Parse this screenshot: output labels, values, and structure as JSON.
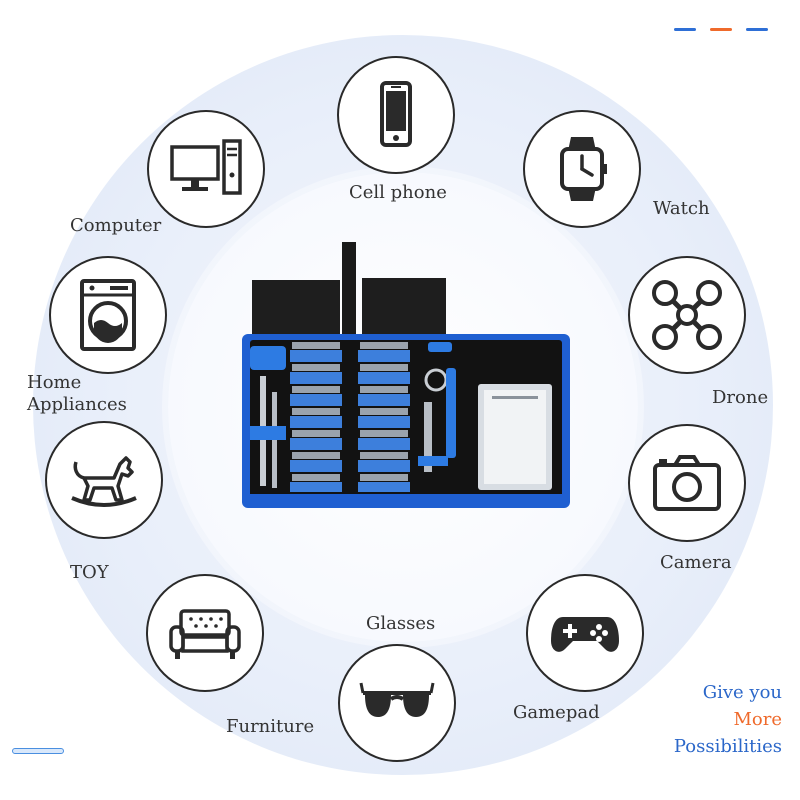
{
  "categories": [
    {
      "id": "cell-phone",
      "label": "Cell phone",
      "icon": "phone-icon"
    },
    {
      "id": "watch",
      "label": "Watch",
      "icon": "watch-icon"
    },
    {
      "id": "computer",
      "label": "Computer",
      "icon": "computer-icon"
    },
    {
      "id": "drone",
      "label": "Drone",
      "icon": "drone-icon"
    },
    {
      "id": "home-appliances",
      "label_line1": "Home",
      "label_line2": "Appliances",
      "icon": "washing-machine-icon"
    },
    {
      "id": "camera",
      "label": "Camera",
      "icon": "camera-icon"
    },
    {
      "id": "toy",
      "label": "TOY",
      "icon": "rocking-horse-icon"
    },
    {
      "id": "gamepad",
      "label": "Gamepad",
      "icon": "gamepad-icon"
    },
    {
      "id": "furniture",
      "label": "Furniture",
      "icon": "sofa-icon"
    },
    {
      "id": "glasses",
      "label": "Glasses",
      "icon": "sunglasses-icon"
    }
  ],
  "tagline": {
    "line1": "Give you",
    "line2": "More",
    "line3": "Possibilities"
  },
  "colors": {
    "brand_blue": "#1f5fd1",
    "accent_orange": "#ef6a2b",
    "tagline_blue": "#2b67c9",
    "icon_stroke": "#2a2a2a"
  },
  "product": {
    "icon": "repair-kit-image"
  }
}
